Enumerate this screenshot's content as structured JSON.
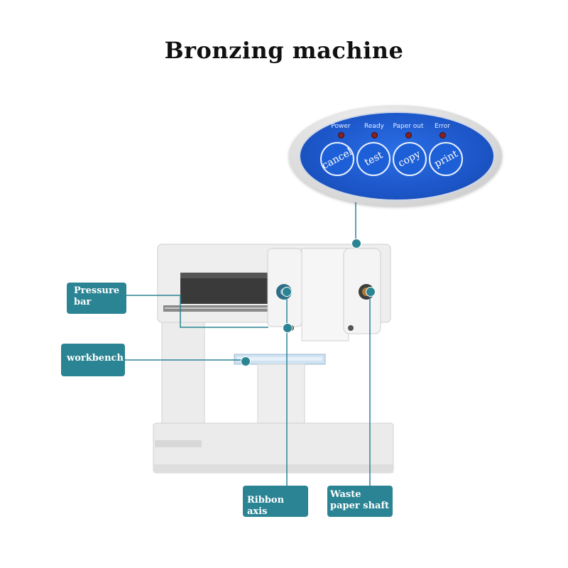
{
  "title": "Bronzing machine",
  "panel": {
    "indicators": [
      "Power",
      "Ready",
      "Paper out",
      "Error"
    ],
    "buttons": [
      "cancel",
      "test",
      "copy",
      "print"
    ],
    "colors": {
      "panel_blue": "#1c56c8",
      "led_off": "#8a2020"
    }
  },
  "callouts": {
    "pressure_bar": "Pressure bar",
    "workbench": "workbench",
    "ribbon_axis": "Ribbon axis",
    "waste_paper_shaft": "Waste paper shaft"
  },
  "colors": {
    "callout_teal": "#2a8493",
    "machine_body": "#ebebeb"
  }
}
